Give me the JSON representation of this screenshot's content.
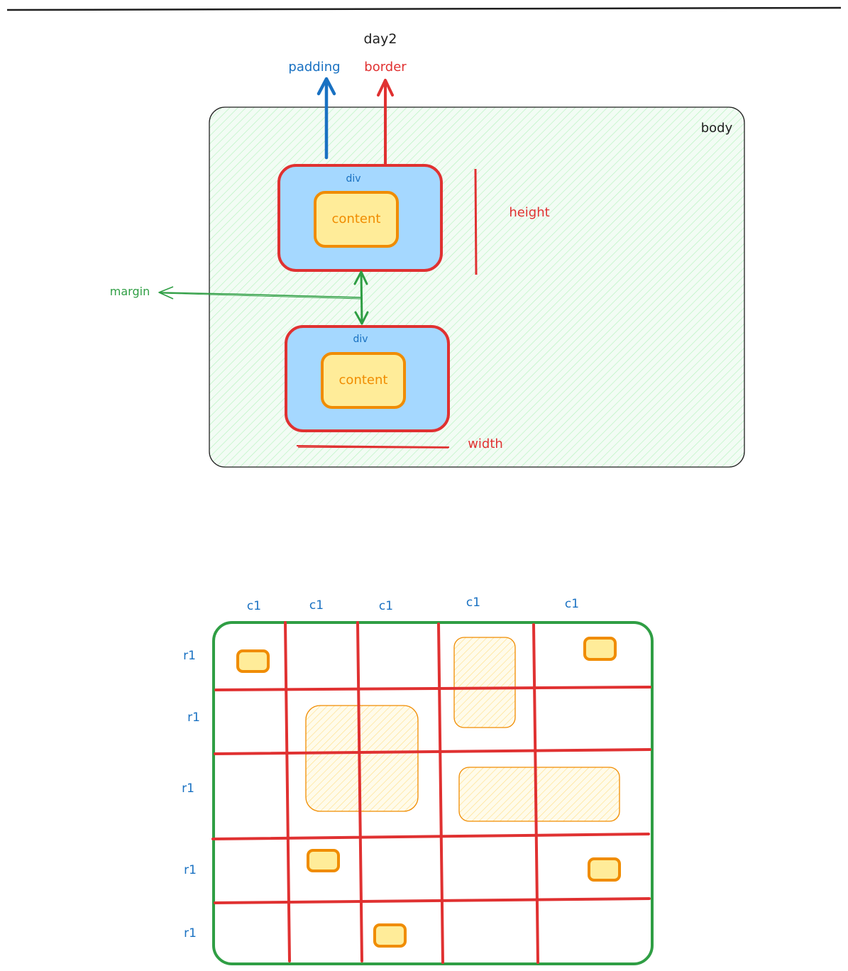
{
  "colors": {
    "blue_text": "#1971c2",
    "red": "#e03131",
    "green": "#2f9e44",
    "orange": "#f08c00",
    "div_fill": "#a5d8ff",
    "content_fill": "#ffec99",
    "body_fill": "#ebfbee",
    "ink": "#1e1e1e"
  },
  "box_model": {
    "title": "day2",
    "padding_label": "padding",
    "border_label": "border",
    "body_label": "body",
    "height_label": "height",
    "width_label": "width",
    "margin_label": "margin",
    "divs": [
      {
        "label": "div",
        "content_label": "content"
      },
      {
        "label": "div",
        "content_label": "content"
      }
    ]
  },
  "grid": {
    "column_labels": [
      "c1",
      "c1",
      "c1",
      "c1",
      "c1"
    ],
    "row_labels": [
      "r1",
      "r1",
      "r1",
      "r1",
      "r1"
    ]
  }
}
